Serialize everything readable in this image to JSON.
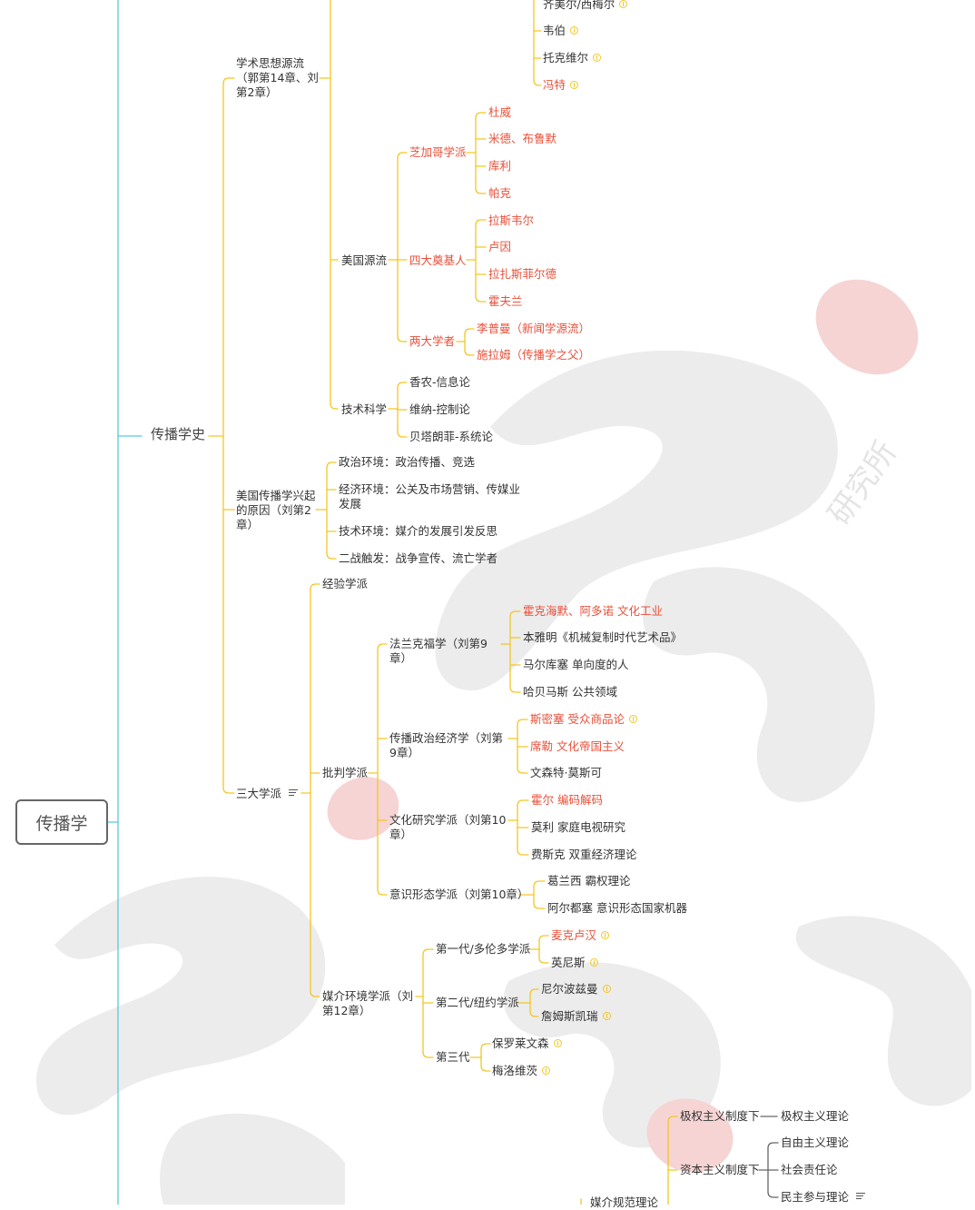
{
  "root": {
    "label": "传播学"
  },
  "branch": {
    "label": "传播学史"
  },
  "academic": {
    "label": "学术思想源流（郭第14章、刘第2章）",
    "europe_items": [
      {
        "label": "齐美尔/西梅尔",
        "icon": "note-circle-icon"
      },
      {
        "label": "韦伯",
        "icon": "note-circle-icon"
      },
      {
        "label": "托克维尔",
        "icon": "note-circle-icon"
      },
      {
        "label": "冯特",
        "icon": "note-circle-icon"
      }
    ],
    "american": {
      "label": "美国源流",
      "chicago": {
        "label": "芝加哥学派",
        "items": [
          "杜威",
          "米德、布鲁默",
          "库利",
          "帕克"
        ]
      },
      "founders": {
        "label": "四大奠基人",
        "items": [
          "拉斯韦尔",
          "卢因",
          "拉扎斯菲尔德",
          "霍夫兰"
        ]
      },
      "scholars": {
        "label": "两大学者",
        "items": [
          "李普曼（新闻学源流）",
          "施拉姆（传播学之父）"
        ]
      }
    },
    "tech": {
      "label": "技术科学",
      "items": [
        "香农-信息论",
        "维纳-控制论",
        "贝塔朗菲-系统论"
      ]
    }
  },
  "rise": {
    "label": "美国传播学兴起的原因（刘第2章）",
    "items": [
      "政治环境：政治传播、竞选",
      "经济环境：公关及市场营销、传媒业发展",
      "技术环境：媒介的发展引发反思",
      "二战触发：战争宣传、流亡学者"
    ]
  },
  "schools": {
    "label": "三大学派",
    "empirical": "经验学派",
    "critical": {
      "label": "批判学派",
      "frankfurt": {
        "label": "法兰克福学（刘第9章）",
        "items": [
          "霍克海默、阿多诺 文化工业",
          "本雅明《机械复制时代艺术品》",
          "马尔库塞 单向度的人",
          "哈贝马斯 公共领域"
        ]
      },
      "political_economy": {
        "label": "传播政治经济学（刘第9章）",
        "items": [
          "斯密塞 受众商品论",
          "席勒 文化帝国主义",
          "文森特·莫斯可"
        ]
      },
      "cultural": {
        "label": "文化研究学派（刘第10章）",
        "items": [
          "霍尔 编码解码",
          "莫利 家庭电视研究",
          "费斯克 双重经济理论"
        ]
      },
      "ideology": {
        "label": "意识形态学派（刘第10章）",
        "items": [
          "葛兰西 霸权理论",
          "阿尔都塞 意识形态国家机器"
        ]
      }
    },
    "media_ecology": {
      "label": "媒介环境学派（刘第12章）",
      "gen1": {
        "label": "第一代/多伦多学派",
        "items": [
          "麦克卢汉",
          "英尼斯"
        ]
      },
      "gen2": {
        "label": "第二代/纽约学派",
        "items": [
          "尼尔波兹曼",
          "詹姆斯凯瑞"
        ]
      },
      "gen3": {
        "label": "第三代",
        "items": [
          "保罗莱文森",
          "梅洛维茨"
        ]
      }
    }
  },
  "norms": {
    "label": "媒介规范理论",
    "authoritarian": {
      "label": "极权主义制度下",
      "items": [
        "极权主义理论"
      ]
    },
    "capitalist": {
      "label": "资本主义制度下",
      "items": [
        "自由主义理论",
        "社会责任论",
        "民主参与理论"
      ]
    }
  },
  "watermark": {
    "text": "研究所"
  }
}
